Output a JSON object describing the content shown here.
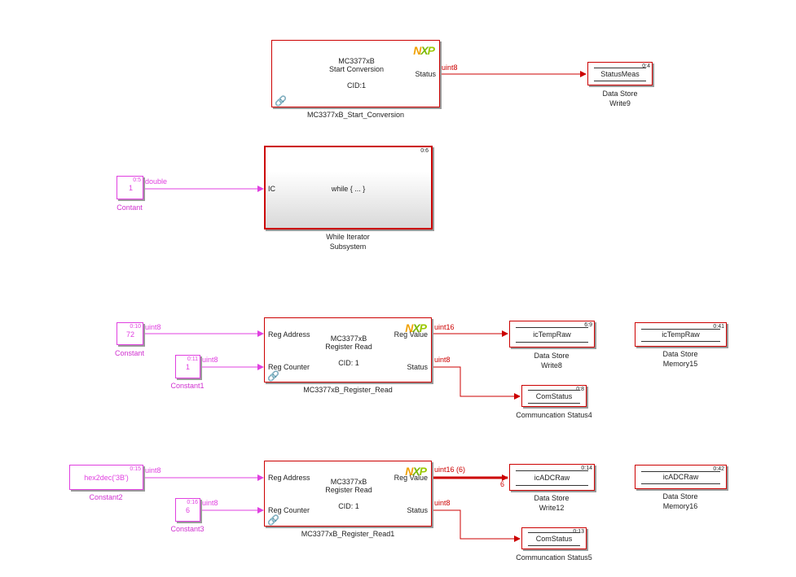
{
  "blocks": {
    "start_conv": {
      "line1": "MC3377xB",
      "line2": "Start Conversion",
      "cid": "CID:1",
      "port_out": "Status",
      "caption": "MC3377xB_Start_Conversion"
    },
    "ds_write9": {
      "label": "StatusMeas",
      "tag": "0:4",
      "caption1": "Data Store",
      "caption2": "Write9"
    },
    "const_top": {
      "value": "1",
      "tag": "0:5",
      "caption": "Contant"
    },
    "while_iter": {
      "label": "while { ... }",
      "port_in": "IC",
      "tag": "0:6",
      "caption1": "While Iterator",
      "caption2": "Subsystem"
    },
    "const72": {
      "value": "72",
      "tag": "0:10",
      "caption": "Constant"
    },
    "const1": {
      "value": "1",
      "tag": "0:11",
      "caption": "Constant1"
    },
    "reg_read": {
      "line1": "MC3377xB",
      "line2": "Register Read",
      "cid": "CID: 1",
      "port_in1": "Reg Address",
      "port_in2": "Reg Counter",
      "port_out1": "Reg Value",
      "port_out2": "Status",
      "caption": "MC3377xB_Register_Read"
    },
    "ds_write8": {
      "label": "icTempRaw",
      "tag": "6:9",
      "caption1": "Data Store",
      "caption2": "Write8"
    },
    "ds_mem15": {
      "label": "icTempRaw",
      "tag": "0:41",
      "caption1": "Data Store",
      "caption2": "Memory15"
    },
    "com_status4": {
      "label": "ComStatus",
      "tag": "0:8",
      "caption": "Communcation Status4"
    },
    "const2": {
      "value": "hex2dec('3B')",
      "tag": "0:15",
      "caption": "Constant2"
    },
    "const3": {
      "value": "6",
      "tag": "0:16",
      "caption": "Constant3"
    },
    "reg_read1": {
      "line1": "MC3377xB",
      "line2": "Register Read",
      "cid": "CID: 1",
      "port_in1": "Reg Address",
      "port_in2": "Reg Counter",
      "port_out1": "Reg Value",
      "port_out2": "Status",
      "caption": "MC3377xB_Register_Read1"
    },
    "ds_write12": {
      "label": "icADCRaw",
      "tag": "0:14",
      "caption1": "Data Store",
      "caption2": "Write12"
    },
    "ds_mem16": {
      "label": "icADCRaw",
      "tag": "0:42",
      "caption1": "Data Store",
      "caption2": "Memory16"
    },
    "com_status5": {
      "label": "ComStatus",
      "tag": "0:13",
      "caption": "Communcation Status5"
    }
  },
  "signals": {
    "status_uint8_top": "uint8",
    "double": "double",
    "uint8_a": "uint8",
    "uint8_b": "uint8",
    "uint16": "uint16",
    "uint8_status1": "uint8",
    "uint8_c": "uint8",
    "uint8_d": "uint8",
    "uint16_6": "uint16 (6)",
    "width6": "6",
    "uint8_status2": "uint8"
  },
  "logo": {
    "n": "N",
    "x": "X",
    "p": "P"
  },
  "colors": {
    "block_border": "#cc0000",
    "signal_red": "#cc0000",
    "signal_magenta": "#e040e0",
    "constant_text": "#d030d0"
  }
}
